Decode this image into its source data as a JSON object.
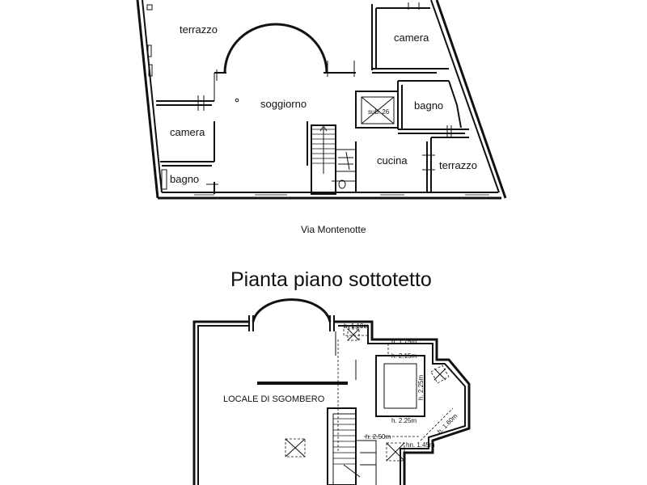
{
  "upper_plan": {
    "rooms": {
      "terrazzo_left": "terrazzo",
      "camera_top": "camera",
      "soggiorno": "soggiorno",
      "bagno_right": "bagno",
      "camera_left": "camera",
      "cucina": "cucina",
      "terrazzo_right": "terrazzo",
      "bagno_left": "bagno"
    },
    "lift_label": "sub. 26",
    "street": "Via Montenotte"
  },
  "lower_plan": {
    "title": "Pianta piano sottotetto",
    "room": "LOCALE DI SGOMBERO",
    "heights": {
      "h1": "h. 1.10m",
      "h2": "h. 1.75m",
      "h3": "h. 2.15m",
      "h4": "h. 2.25m",
      "h5": "h. 2.25m",
      "h6": "h. 1.60m",
      "h7": "h. 2.50m",
      "h8": "hn. 1.45m"
    }
  }
}
